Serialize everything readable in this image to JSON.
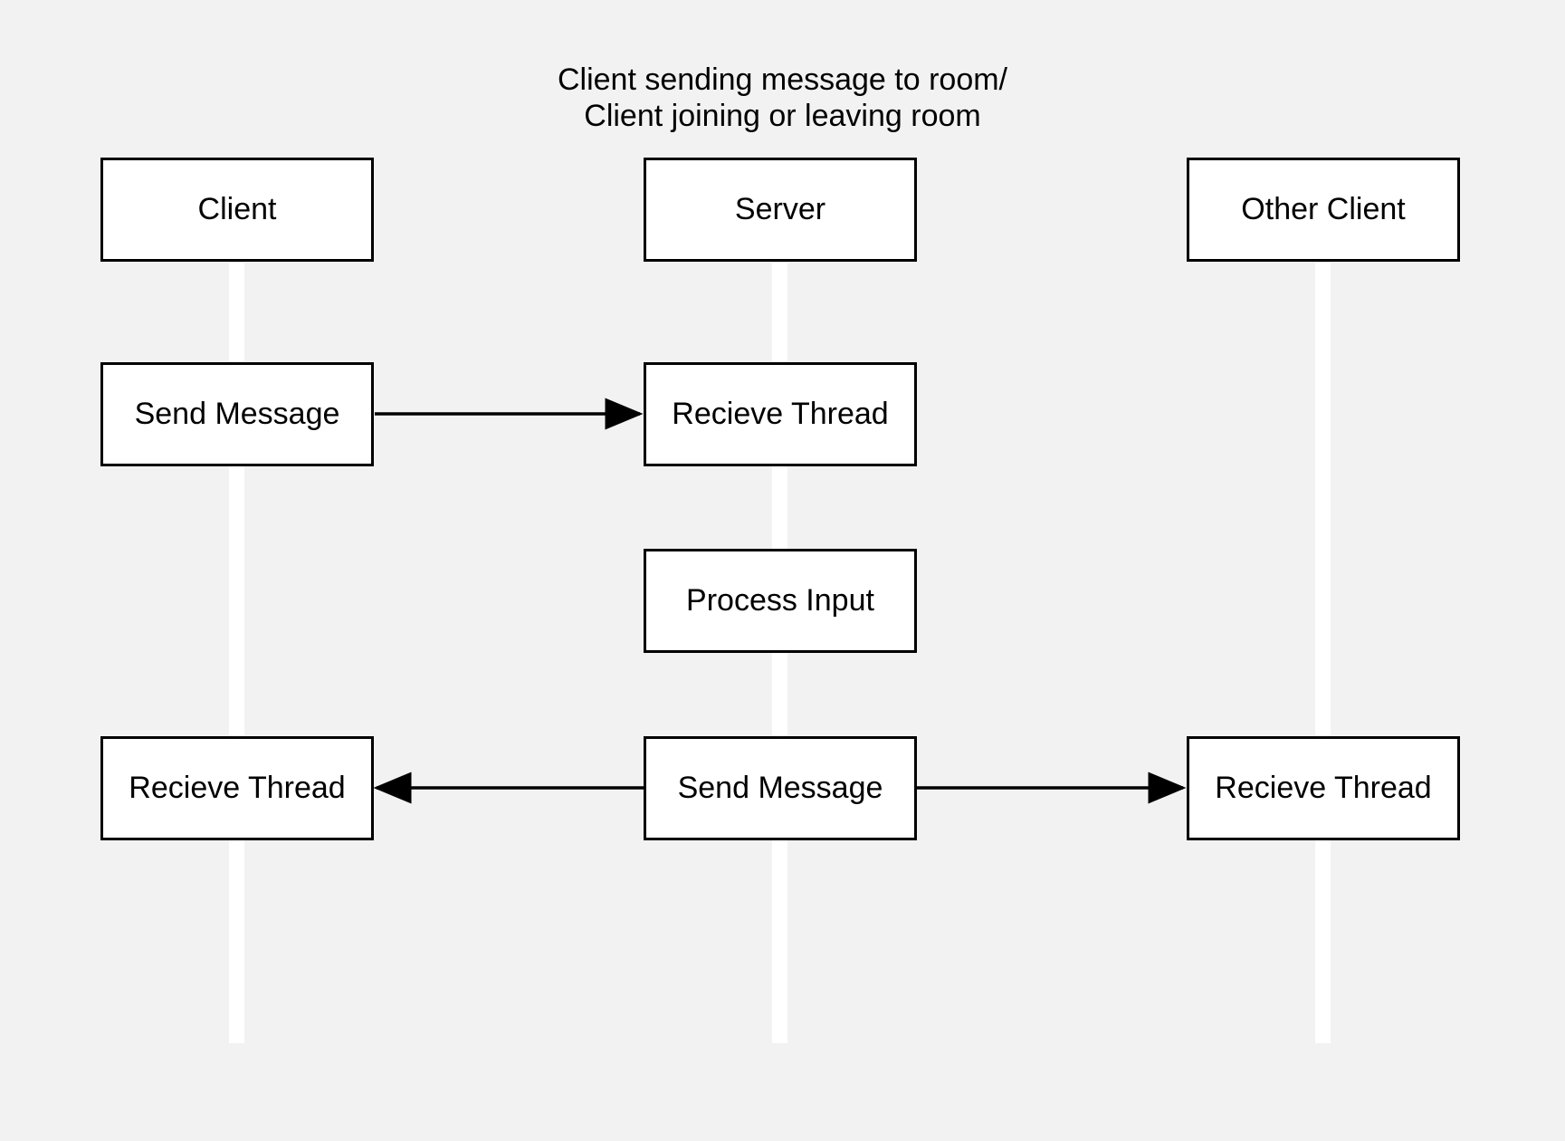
{
  "title": {
    "line1": "Client sending message to room/",
    "line2": "Client joining or leaving room"
  },
  "lanes": [
    {
      "id": "client",
      "label": "Client"
    },
    {
      "id": "server",
      "label": "Server"
    },
    {
      "id": "other_client",
      "label": "Other Client"
    }
  ],
  "steps": {
    "client_send": "Send Message",
    "server_receive": "Recieve Thread",
    "server_process": "Process Input",
    "server_send": "Send Message",
    "client_receive": "Recieve Thread",
    "other_receive": "Recieve Thread"
  },
  "messages": [
    {
      "from": "client_send",
      "to": "server_receive"
    },
    {
      "from": "server_send",
      "to": "client_receive"
    },
    {
      "from": "server_send",
      "to": "other_receive"
    }
  ],
  "colors": {
    "background": "#f2f2f2",
    "lifeline": "#ffffff",
    "box_fill": "#ffffff",
    "stroke": "#000000"
  }
}
